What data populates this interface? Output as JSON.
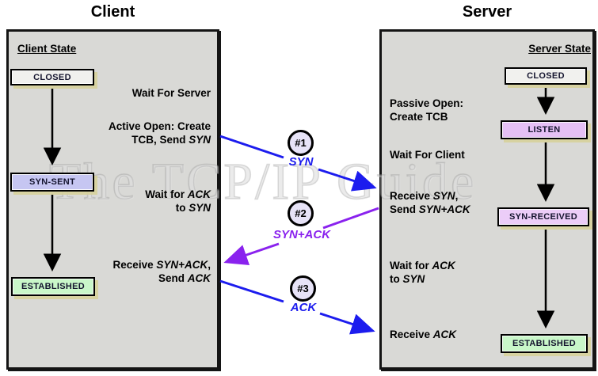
{
  "watermark": "The TCP/IP Guide",
  "client": {
    "title": "Client",
    "state_header": "Client State",
    "states": {
      "closed": "CLOSED",
      "syn_sent": "SYN-SENT",
      "established": "ESTABLISHED"
    },
    "notes": {
      "wait_server": "Wait For Server",
      "active_open_l1": "Active Open: Create",
      "active_open_l2_pre": "TCB, Send ",
      "active_open_l2_kw": "SYN",
      "wait_ack_l1_pre": "Wait for ",
      "wait_ack_l1_kw": "ACK",
      "wait_ack_l2_pre": "to ",
      "wait_ack_l2_kw": "SYN",
      "receive_l1_pre": "Receive ",
      "receive_l1_kw": "SYN+ACK",
      "receive_l1_post": ",",
      "receive_l2_pre": "Send ",
      "receive_l2_kw": "ACK"
    }
  },
  "server": {
    "title": "Server",
    "state_header": "Server State",
    "states": {
      "closed": "CLOSED",
      "listen": "LISTEN",
      "syn_received": "SYN-RECEIVED",
      "established": "ESTABLISHED"
    },
    "notes": {
      "passive_open_l1": "Passive Open:",
      "passive_open_l2": "Create TCB",
      "wait_client": "Wait For Client",
      "receive_syn_l1_pre": "Receive ",
      "receive_syn_l1_kw": "SYN",
      "receive_syn_l1_post": ",",
      "receive_syn_l2_pre": "Send ",
      "receive_syn_l2_kw": "SYN+ACK",
      "wait_ack_l1_pre": "Wait for ",
      "wait_ack_l1_kw": "ACK",
      "wait_ack_l2_pre": "to ",
      "wait_ack_l2_kw": "SYN",
      "receive_ack_pre": "Receive ",
      "receive_ack_kw": "ACK"
    }
  },
  "messages": [
    {
      "number": "#1",
      "label": "SYN"
    },
    {
      "number": "#2",
      "label": "SYN+ACK"
    },
    {
      "number": "#3",
      "label": "ACK"
    }
  ],
  "colors": {
    "arrow_blue": "#1c1cee",
    "arrow_purple": "#8a22ee",
    "panel_bg": "#d9d9d6",
    "closed_fill": "#f1f1ee",
    "syn_sent_fill": "#c6c6f2",
    "listen_fill": "#e5c0f5",
    "syn_received_fill": "#eccdf8",
    "established_fill": "#c9f7c9",
    "box_shadow": "#d6d09b"
  }
}
